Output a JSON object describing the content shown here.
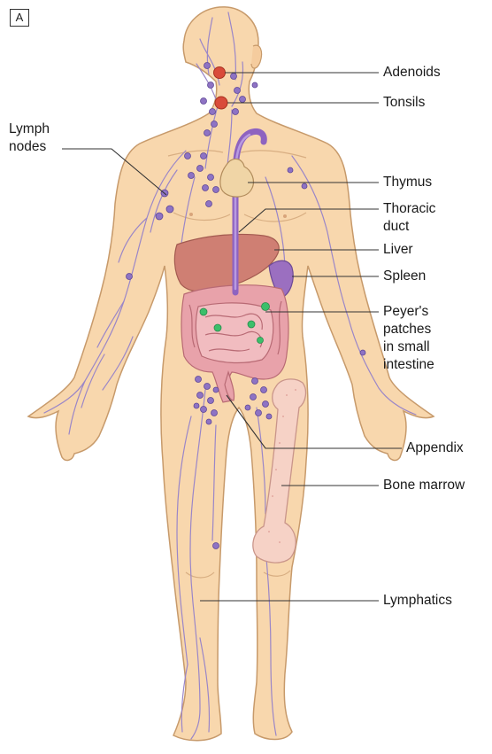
{
  "panel_letter": "A",
  "labels": {
    "adenoids": "Adenoids",
    "tonsils": "Tonsils",
    "lymph_nodes": [
      "Lymph",
      "nodes"
    ],
    "thymus": "Thymus",
    "thoracic_duct": [
      "Thoracic",
      "duct"
    ],
    "liver": "Liver",
    "spleen": "Spleen",
    "peyers_patches": [
      "Peyer's",
      "patches",
      "in small",
      "intestine"
    ],
    "appendix": "Appendix",
    "bone_marrow": "Bone marrow",
    "lymphatics": "Lymphatics"
  },
  "colors": {
    "skin": "#f8d7ad",
    "outline": "#c79a6b",
    "lymph_node": "#8e73c4",
    "lymph_vessel": "#9a86c8",
    "organ_red": "#d94b3a",
    "liver": "#cf7f73",
    "spleen": "#9b6fc0",
    "intestine": "#e8a2aa",
    "peyers": "#3bbf6a",
    "bone": "#f6d2c6",
    "leader": "#333333"
  }
}
